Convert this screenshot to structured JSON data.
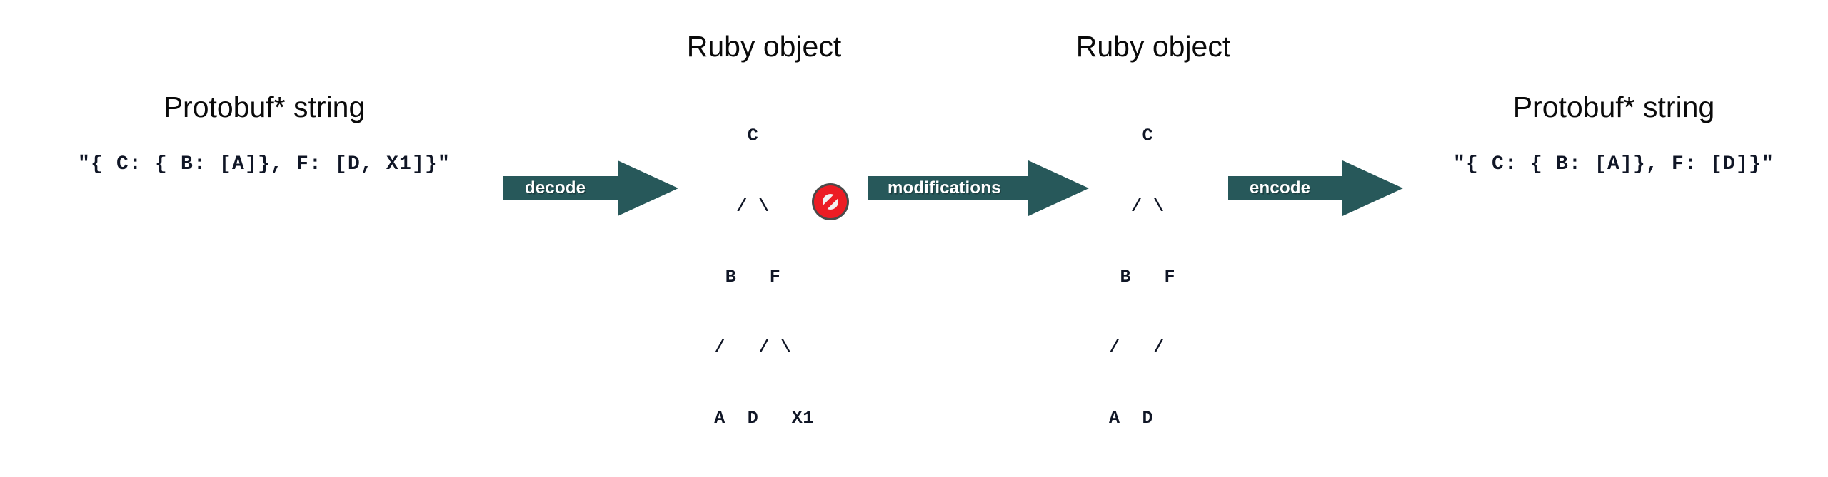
{
  "theme": {
    "background": "#ffffff",
    "arrow_fill": "#27585a",
    "arrow_label_color": "#ffffff",
    "text_color": "#0a0a0a",
    "mono_color": "#101626",
    "no_entry_red": "#ec1c24",
    "no_entry_ring": "#4a4a4a"
  },
  "stages": {
    "input_string": {
      "title": "Protobuf* string",
      "value": "\"{ C: { B: [A]}, F: [D, X1]}\""
    },
    "decoded_object": {
      "title": "Ruby object",
      "tree_lines": [
        "   C",
        "  / \\",
        " B   F",
        "/   / \\",
        "A  D   X1"
      ],
      "nodes": [
        "C",
        "B",
        "F",
        "A",
        "D",
        "X1"
      ],
      "marked_node": "X1",
      "marker_icon": "no-entry-icon"
    },
    "modified_object": {
      "title": "Ruby object",
      "tree_lines": [
        "   C",
        "  / \\",
        " B   F",
        "/   /",
        "A  D"
      ],
      "nodes": [
        "C",
        "B",
        "F",
        "A",
        "D"
      ]
    },
    "output_string": {
      "title": "Protobuf* string",
      "value": "\"{ C: { B: [A]}, F: [D]}\""
    }
  },
  "arrows": {
    "decode": {
      "label": "decode"
    },
    "modifications": {
      "label": "modifications"
    },
    "encode": {
      "label": "encode"
    }
  }
}
